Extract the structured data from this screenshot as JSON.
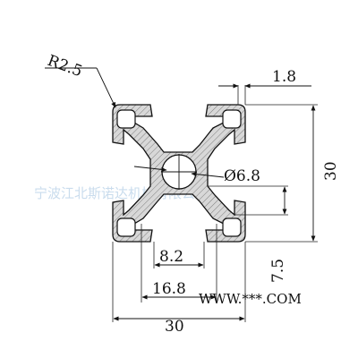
{
  "drawing": {
    "dimensions": {
      "corner_radius": "R2.5",
      "wall_thickness": "1.8",
      "height": "30",
      "bore_diameter": "Ø6.8",
      "slot_opening": "8.2",
      "slot_inner": "16.8",
      "width": "30",
      "slot_offset": "7.5"
    },
    "watermark": "宁波江北斯诺达机械有限公司",
    "site_label": "WWW.***.COM"
  },
  "colors": {
    "line": "#111111",
    "profile_fill": "#c9c9c9",
    "watermark": "#c9dced",
    "background": "#ffffff"
  }
}
